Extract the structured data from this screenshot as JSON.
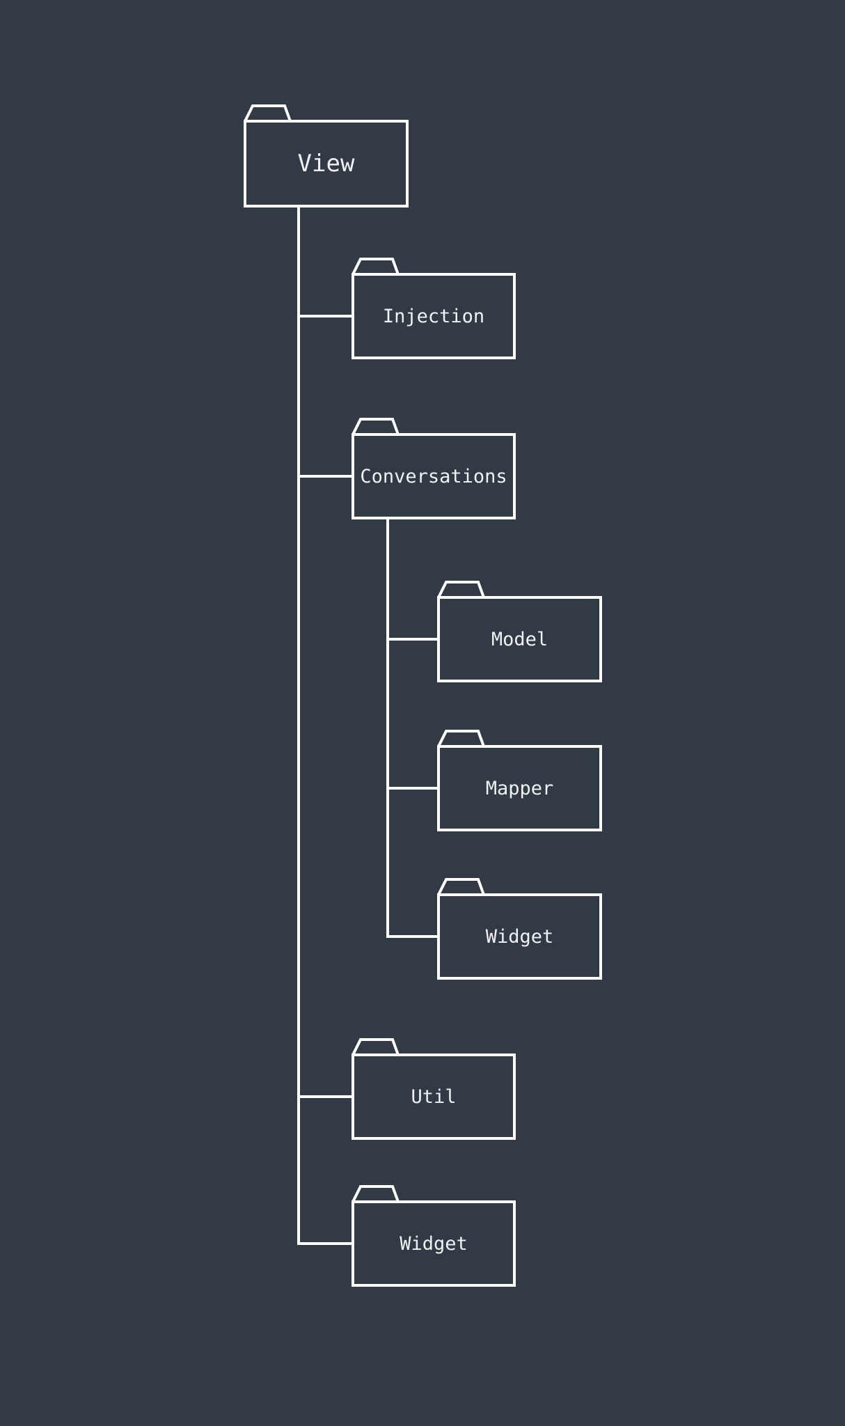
{
  "diagram": {
    "kind": "package-tree",
    "colors": {
      "background": "#323a45",
      "line": "#ffffff",
      "text": "#f0f2f4"
    },
    "tree": {
      "label": "View",
      "children": [
        {
          "label": "Injection",
          "children": []
        },
        {
          "label": "Conversations",
          "children": [
            {
              "label": "Model",
              "children": []
            },
            {
              "label": "Mapper",
              "children": []
            },
            {
              "label": "Widget",
              "children": []
            }
          ]
        },
        {
          "label": "Util",
          "children": []
        },
        {
          "label": "Widget",
          "children": []
        }
      ]
    }
  }
}
